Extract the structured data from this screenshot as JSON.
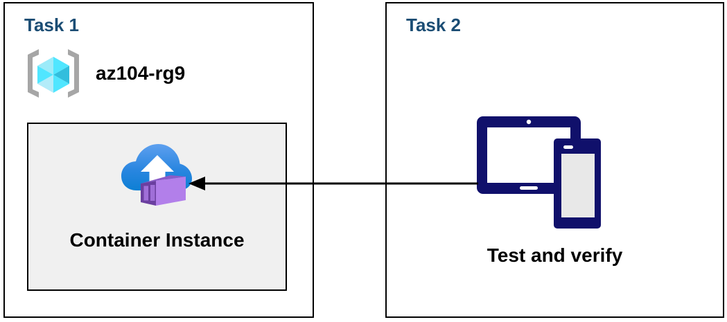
{
  "diagram": {
    "title": "Azure Container Instance task diagram",
    "background_color": "#ffffff",
    "panels": [
      {
        "id": "task1",
        "label": "Task 1",
        "label_color": "#1b4d74",
        "border_color": "#000000",
        "resource_group": {
          "name": "az104-rg9",
          "icon": "azure-resource-group-icon",
          "icon_colors": {
            "bracket": "#a6a6a6",
            "cube_light": "#b3ecf9",
            "cube_mid": "#50e6ff",
            "cube_dark": "#32bedd",
            "cube_deep": "#9cebf9"
          }
        },
        "resource": {
          "label": "Container Instance",
          "icon": "container-instance-icon",
          "box_fill": "#f0f0f0",
          "box_border": "#000000",
          "icon_colors": {
            "cloud_top": "#5ea0ef",
            "cloud_bottom": "#0078d4",
            "arrow": "#ffffff",
            "container_light": "#b27fea",
            "container_mid": "#9a67e0",
            "container_dark": "#6b3fa0"
          }
        }
      },
      {
        "id": "task2",
        "label": "Task 2",
        "label_color": "#1b4d74",
        "border_color": "#000000",
        "resource": {
          "label": "Test and verify",
          "icon": "devices-tablet-phone-icon",
          "icon_colors": {
            "device_outline": "#10106b",
            "screen_fill": "#e8e8e8",
            "tablet_screen": "#ffffff"
          }
        }
      }
    ],
    "connector": {
      "name": "flow-arrow",
      "direction": "right-to-left",
      "from_panel": "task2",
      "to_panel": "task1",
      "color": "#000000",
      "style": "solid"
    }
  }
}
